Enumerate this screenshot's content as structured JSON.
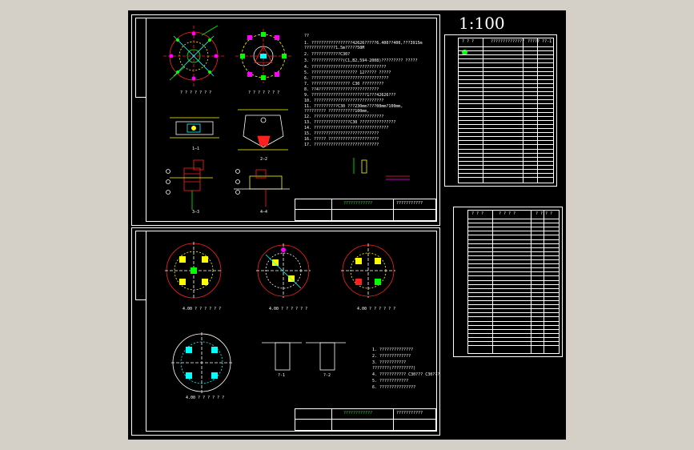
{
  "viewport": {
    "background": "#000000",
    "ui_background": "#d4d0c8",
    "scale_label": "1:100"
  },
  "colors": {
    "line": "#ffffff",
    "red": "#ff2020",
    "yellow": "#ffff00",
    "green": "#00ff00",
    "cyan": "#00ffff",
    "magenta": "#ff00ff",
    "blue": "#3060ff"
  },
  "sheet1": {
    "notes_header": "??",
    "notes": [
      "1. ?????????????????42626?????6.400??400,???3915m",
      "   ?????????????1.5m?????50M",
      "2. ????????????C30?",
      "3. ?????????????(C1,B2,594-2008)????????? ?????",
      "4. ???????????????????????????????",
      "5. ???????????????????          12?????  ?????",
      "6. ????????????????????????????????",
      "7. ????????????????     C30 ?????????",
      "8. ??4?????????????????????????",
      "9. ???????????????????????1???42626???",
      "10. ?????????????????????????????",
      "11. ??????????C30      ???230mm????00mm?100mm,",
      "    ?????????       ???????????100mm,",
      "12. ?????????????????????????????",
      "13. ???????????????C30 ???????????????",
      "14. ???????????????????????????????",
      "15. ???????????????????????????",
      "16. ?????   ?????????????????????",
      "17. ???????????????????????????"
    ],
    "plan_caption_left": "? ? ? ? ? ? ?",
    "plan_caption_right": "? ? ? ? ? ? ?",
    "section_labels": [
      "1—1",
      "2—2",
      "3—3",
      "4—4"
    ],
    "title_block_company": "????????????",
    "title_block_drawing": "???????????"
  },
  "sheet2": {
    "plan_captions": [
      "4.00 ? ? ? ? ? ?",
      "4.00 ? ? ? ? ? ?",
      "4.00 ? ? ? ? ? ?",
      "4.00 ? ? ? ? ? ?"
    ],
    "detail_labels": [
      "?-1",
      "?-2"
    ],
    "notes": [
      "1. ??????????????",
      "2. ?????????????",
      "3. ???????????",
      "   ???????(?????????)",
      "4. ??????????? C30???  C30???",
      "5. ????????????",
      "6. ???????????????"
    ],
    "title_block_company": "????????????",
    "title_block_drawing": "???????????"
  },
  "schedule1": {
    "header_left": "? ? ?",
    "header_mid": "??????????????",
    "header_right": "????? ??-1",
    "rows": 33
  },
  "schedule2": {
    "header_left": "? ? ?",
    "header_mid": "? ? ? ?",
    "header_right": "? ? ? ?",
    "rows": 32
  }
}
